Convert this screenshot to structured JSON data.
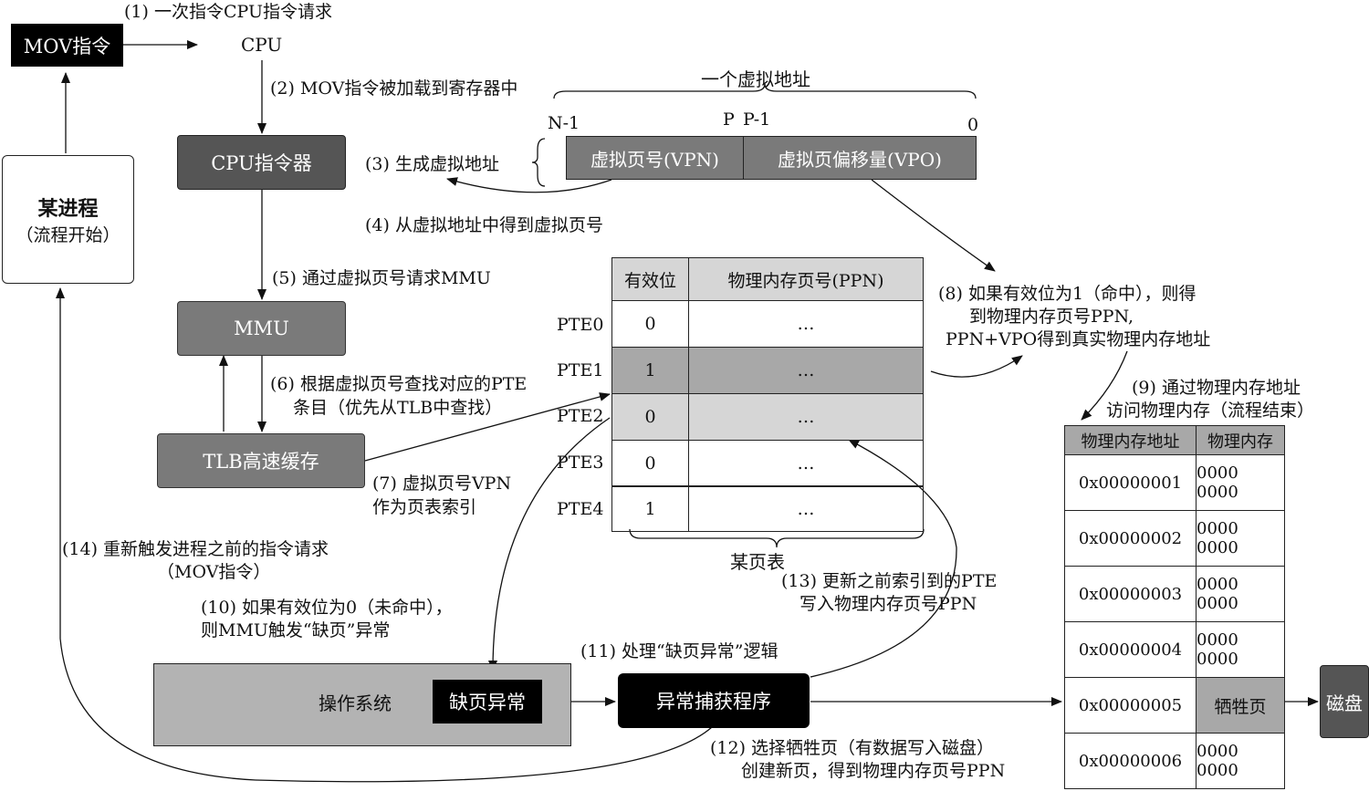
{
  "nodes": {
    "mov": "MOV指令",
    "cpu": "CPU",
    "cpu_decoder": "CPU指令器",
    "mmu": "MMU",
    "tlb": "TLB高速缓存",
    "process_title": "某进程",
    "process_sub": "（流程开始）",
    "os": "操作系统",
    "page_fault": "缺页异常",
    "handler": "异常捕获程序",
    "disk": "磁盘"
  },
  "virtual_address": {
    "title": "一个虚拟地址",
    "bit_n1": "N-1",
    "bit_p": "P",
    "bit_p1": "P-1",
    "bit_0": "0",
    "vpn": "虚拟页号(VPN)",
    "vpo": "虚拟页偏移量(VPO)"
  },
  "page_table": {
    "caption": "某页表",
    "headers": [
      "有效位",
      "物理内存页号(PPN)"
    ],
    "rows": [
      {
        "pte": "PTE0",
        "valid": "0",
        "ppn": "…"
      },
      {
        "pte": "PTE1",
        "valid": "1",
        "ppn": "…"
      },
      {
        "pte": "PTE2",
        "valid": "0",
        "ppn": "…"
      },
      {
        "pte": "PTE3",
        "valid": "0",
        "ppn": "…"
      },
      {
        "pte": "PTE4",
        "valid": "1",
        "ppn": "…"
      }
    ]
  },
  "physical_memory": {
    "headers": [
      "物理内存地址",
      "物理内存"
    ],
    "rows": [
      {
        "addr": "0x00000001",
        "data": "0000 0000"
      },
      {
        "addr": "0x00000002",
        "data": "0000 0000"
      },
      {
        "addr": "0x00000003",
        "data": "0000 0000"
      },
      {
        "addr": "0x00000004",
        "data": "0000 0000"
      },
      {
        "addr": "0x00000005",
        "data": "牺牲页"
      },
      {
        "addr": "0x00000006",
        "data": "0000 0000"
      }
    ]
  },
  "steps": {
    "s1": "(1) 一次指令CPU指令请求",
    "s2": "(2) MOV指令被加载到寄存器中",
    "s3": "(3) 生成虚拟地址",
    "s4": "(4) 从虚拟地址中得到虚拟页号",
    "s5": "(5) 通过虚拟页号请求MMU",
    "s6a": "(6) 根据虚拟页号查找对应的PTE",
    "s6b": "条目（优先从TLB中查找）",
    "s7a": "(7) 虚拟页号VPN",
    "s7b": "作为页表索引",
    "s8a": "(8) 如果有效位为1（命中），则得",
    "s8b": "到物理内存页号PPN,",
    "s8c": "PPN+VPO得到真实物理内存地址",
    "s9a": "(9) 通过物理内存地址",
    "s9b": "访问物理内存（流程结束）",
    "s10a": "(10) 如果有效位为0（未命中），",
    "s10b": "则MMU触发“缺页”异常",
    "s11": "(11) 处理“缺页异常”逻辑",
    "s12a": "(12) 选择牺牲页（有数据写入磁盘）",
    "s12b": "创建新页，得到物理内存页号PPN",
    "s13a": "(13) 更新之前索引到的PTE",
    "s13b": "写入物理内存页号PPN",
    "s14a": "(14) 重新触发进程之前的指令请求",
    "s14b": "（MOV指令）"
  }
}
